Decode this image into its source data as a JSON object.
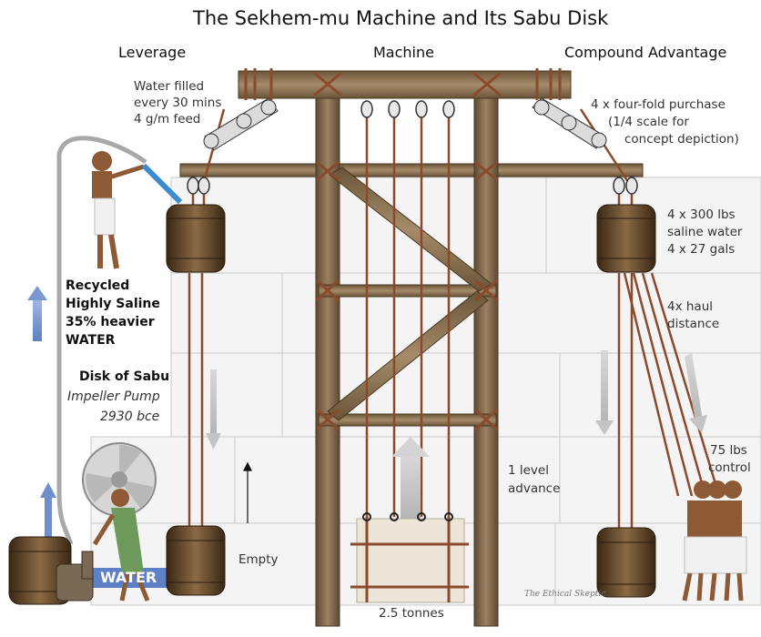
{
  "title": "The Sekhem-mu Machine and Its Sabu Disk",
  "headers": {
    "leverage": "Leverage",
    "machine": "Machine",
    "compound": "Compound Advantage"
  },
  "left_notes": {
    "line1": "Water filled",
    "line2": "every 30 mins",
    "line3": "4 g/m feed"
  },
  "right_notes": {
    "purchase_1": "4 x four-fold purchase",
    "purchase_2": "(1/4 scale for",
    "purchase_3": "concept depiction)",
    "weight_1": "4 x 300 lbs",
    "weight_2": "saline water",
    "weight_3": "4 x 27 gals",
    "haul_1": "4x haul",
    "haul_2": "distance",
    "control_1": "75 lbs",
    "control_2": "control"
  },
  "recycled": {
    "line1": "Recycled",
    "line2": "Highly Saline",
    "line3": "35% heavier",
    "line4": "WATER"
  },
  "disk": {
    "line1": "Disk of Sabu",
    "line2": "Impeller Pump",
    "line3": "2930 bce"
  },
  "center_labels": {
    "advance_1": "1 level",
    "advance_2": "advance",
    "empty": "Empty",
    "tonnes": "2.5 tonnes",
    "water": "WATER"
  },
  "credit": "The Ethical Skeptic"
}
